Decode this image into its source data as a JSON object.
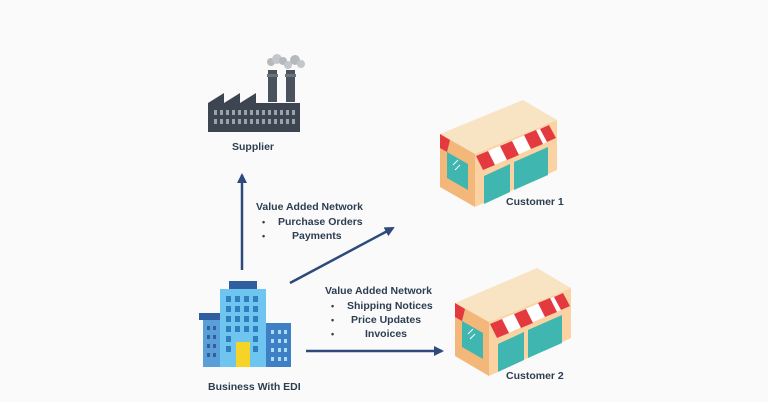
{
  "nodes": {
    "supplier": "Supplier",
    "customer1": "Customer 1",
    "customer2": "Customer 2",
    "business": "Business With EDI"
  },
  "networks": [
    {
      "title": "Value Added Network",
      "items": [
        "Purchase Orders",
        "Payments"
      ]
    },
    {
      "title": "Value Added Network",
      "items": [
        "Shipping Notices",
        "Price Updates",
        "Invoices"
      ]
    }
  ],
  "colors": {
    "arrow": "#2d4a7a",
    "factory": "#3d4550",
    "building_light": "#6ec6f0",
    "building_dark": "#2f5f9e",
    "door": "#f5d327",
    "store_wall": "#fbd3a3",
    "store_side": "#f4b77a",
    "awning_red": "#e23a3f",
    "store_window": "#3fb6b0"
  }
}
